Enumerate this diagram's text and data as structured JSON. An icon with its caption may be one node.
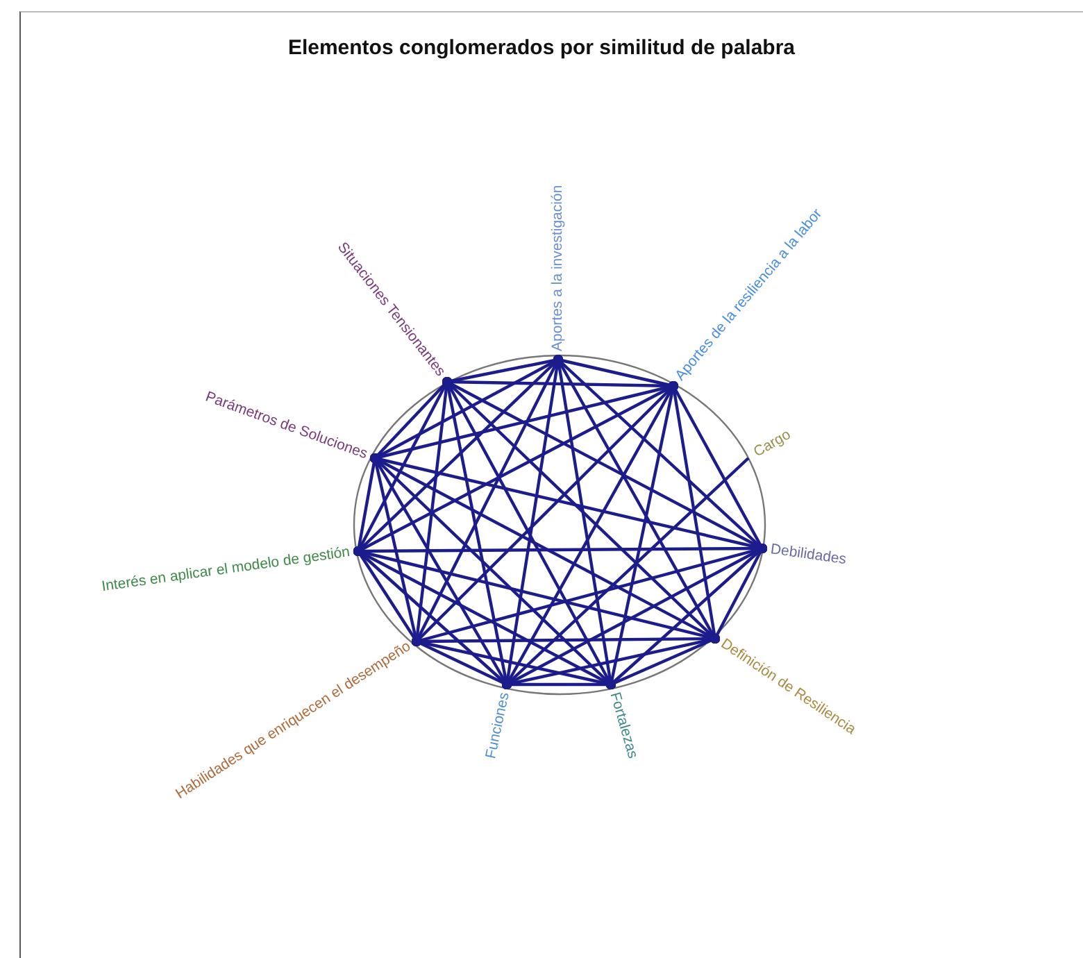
{
  "diagram": {
    "title": "Elementos conglomerados por similitud de palabra",
    "nodes": [
      {
        "text": [
          "Aportes a la investigación"
        ]
      },
      {
        "text": [
          "Aportes de la resiliencia a la labor"
        ]
      },
      {
        "text": [
          "Cargo"
        ]
      },
      {
        "text": [
          "Debilidades"
        ]
      },
      {
        "text": [
          "Definición de Resiliencia"
        ]
      },
      {
        "text": [
          "Fortalezas"
        ]
      },
      {
        "text": [
          "Funciones"
        ]
      },
      {
        "text": [
          "Habilidades que enriquecen el desempeño"
        ]
      },
      {
        "text": [
          "Interés en aplicar el modelo de gestión"
        ]
      },
      {
        "text": [
          "Parámetros de Soluciones"
        ]
      },
      {
        "text": [
          "Situaciones Tensionantes"
        ]
      }
    ],
    "edges": [
      {
        "from": 0,
        "to": 1,
        "arrow": "other"
      },
      {
        "from": 0,
        "to": 3,
        "arrow": "other"
      },
      {
        "from": 0,
        "to": 4,
        "arrow": "other"
      },
      {
        "from": 0,
        "to": 5,
        "arrow": "other"
      },
      {
        "from": 0,
        "to": 6,
        "arrow": "other"
      },
      {
        "from": 0,
        "to": 7,
        "arrow": "other"
      },
      {
        "from": 0,
        "to": 8,
        "arrow": "other"
      },
      {
        "from": 0,
        "to": 9,
        "arrow": "other"
      },
      {
        "from": 0,
        "to": 10,
        "arrow": "other"
      },
      {
        "from": 1,
        "to": 3,
        "arrow": "other"
      },
      {
        "from": 1,
        "to": 4,
        "arrow": "other"
      },
      {
        "from": 1,
        "to": 5,
        "arrow": "other"
      },
      {
        "from": 1,
        "to": 6,
        "arrow": "other"
      },
      {
        "from": 1,
        "to": 7,
        "arrow": "other"
      },
      {
        "from": 1,
        "to": 8,
        "arrow": "other"
      },
      {
        "from": 1,
        "to": 9,
        "arrow": "other"
      },
      {
        "from": 1,
        "to": 10,
        "arrow": "other"
      },
      {
        "from": 2,
        "to": 6,
        "arrow": "none"
      },
      {
        "from": 3,
        "to": 4,
        "arrow": "other"
      },
      {
        "from": 3,
        "to": 5,
        "arrow": "other"
      },
      {
        "from": 3,
        "to": 6,
        "arrow": "other"
      },
      {
        "from": 3,
        "to": 7,
        "arrow": "other"
      },
      {
        "from": 3,
        "to": 8,
        "arrow": "other"
      },
      {
        "from": 3,
        "to": 9,
        "arrow": "other"
      },
      {
        "from": 3,
        "to": 10,
        "arrow": "other"
      },
      {
        "from": 4,
        "to": 5,
        "arrow": "other"
      },
      {
        "from": 4,
        "to": 6,
        "arrow": "other"
      },
      {
        "from": 4,
        "to": 7,
        "arrow": "other"
      },
      {
        "from": 4,
        "to": 8,
        "arrow": "other"
      },
      {
        "from": 4,
        "to": 9,
        "arrow": "other"
      },
      {
        "from": 4,
        "to": 10,
        "arrow": "other"
      },
      {
        "from": 5,
        "to": 6,
        "arrow": "other"
      },
      {
        "from": 5,
        "to": 7,
        "arrow": "other"
      },
      {
        "from": 5,
        "to": 8,
        "arrow": "other"
      },
      {
        "from": 5,
        "to": 9,
        "arrow": "other"
      },
      {
        "from": 5,
        "to": 10,
        "arrow": "other"
      },
      {
        "from": 6,
        "to": 7,
        "arrow": "other"
      },
      {
        "from": 6,
        "to": 8,
        "arrow": "other"
      },
      {
        "from": 6,
        "to": 9,
        "arrow": "other"
      },
      {
        "from": 6,
        "to": 10,
        "arrow": "other"
      },
      {
        "from": 7,
        "to": 8,
        "arrow": "other"
      },
      {
        "from": 7,
        "to": 9,
        "arrow": "other"
      },
      {
        "from": 7,
        "to": 10,
        "arrow": "other"
      },
      {
        "from": 8,
        "to": 9,
        "arrow": "other"
      },
      {
        "from": 8,
        "to": 10,
        "arrow": "other"
      },
      {
        "from": 9,
        "to": 10,
        "arrow": "other"
      }
    ]
  }
}
